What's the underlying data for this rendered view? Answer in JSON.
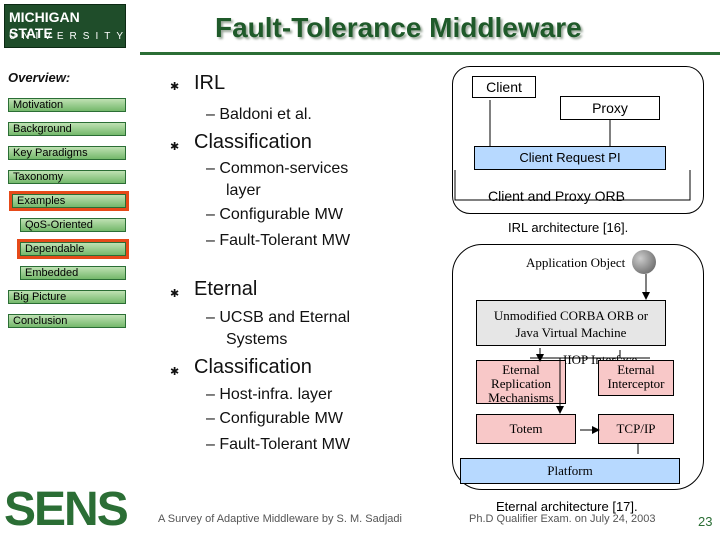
{
  "header": {
    "logo_line1": "MICHIGAN STATE",
    "logo_line2": "UNIVERSITY",
    "title": "Fault-Tolerance Middleware"
  },
  "sidebar": {
    "heading": "Overview:",
    "items": [
      {
        "label": "Motivation"
      },
      {
        "label": "Background"
      },
      {
        "label": "Key Paradigms"
      },
      {
        "label": "Taxonomy"
      },
      {
        "label": "Examples"
      },
      {
        "label": "QoS-Oriented"
      },
      {
        "label": "Dependable"
      },
      {
        "label": "Embedded"
      },
      {
        "label": "Big Picture"
      },
      {
        "label": "Conclusion"
      }
    ]
  },
  "content": {
    "irl": "IRL",
    "irl_sub": "– Baldoni et al.",
    "class1": "Classification",
    "class1_subs": [
      "– Common-services",
      "layer",
      "– Configurable MW",
      "– Fault-Tolerant MW"
    ],
    "eternal": "Eternal",
    "eternal_subs": [
      "– UCSB and Eternal",
      "Systems"
    ],
    "class2": "Classification",
    "class2_subs": [
      "– Host-infra. layer",
      "– Configurable MW",
      "– Fault-Tolerant MW"
    ]
  },
  "irl_diagram": {
    "client": "Client",
    "proxy": "Proxy",
    "client_request_pi": "Client Request PI",
    "orb": "Client and Proxy ORB",
    "caption": "IRL architecture [16]."
  },
  "eternal_diagram": {
    "app_object": "Application Object",
    "orb1": "Unmodified CORBA ORB or",
    "orb2": "Java Virtual Machine",
    "iiop": "IIOP Interface",
    "rep1": "Eternal",
    "rep2": "Replication",
    "rep3": "Mechanisms",
    "int1": "Eternal",
    "int2": "Interceptor",
    "totem": "Totem",
    "tcpip": "TCP/IP",
    "platform": "Platform",
    "caption": "Eternal architecture [17]."
  },
  "footer": {
    "logo": "SENS",
    "left_text": "A Survey of Adaptive Middleware by S. M. Sadjadi",
    "right_text": "Ph.D Qualifier Exam. on July 24, 2003",
    "page": "23"
  },
  "colors": {
    "accent": "#2b6e35",
    "highlight": "#e64a19",
    "pink": "#f8c8c8",
    "blue": "#b7d9ff"
  }
}
